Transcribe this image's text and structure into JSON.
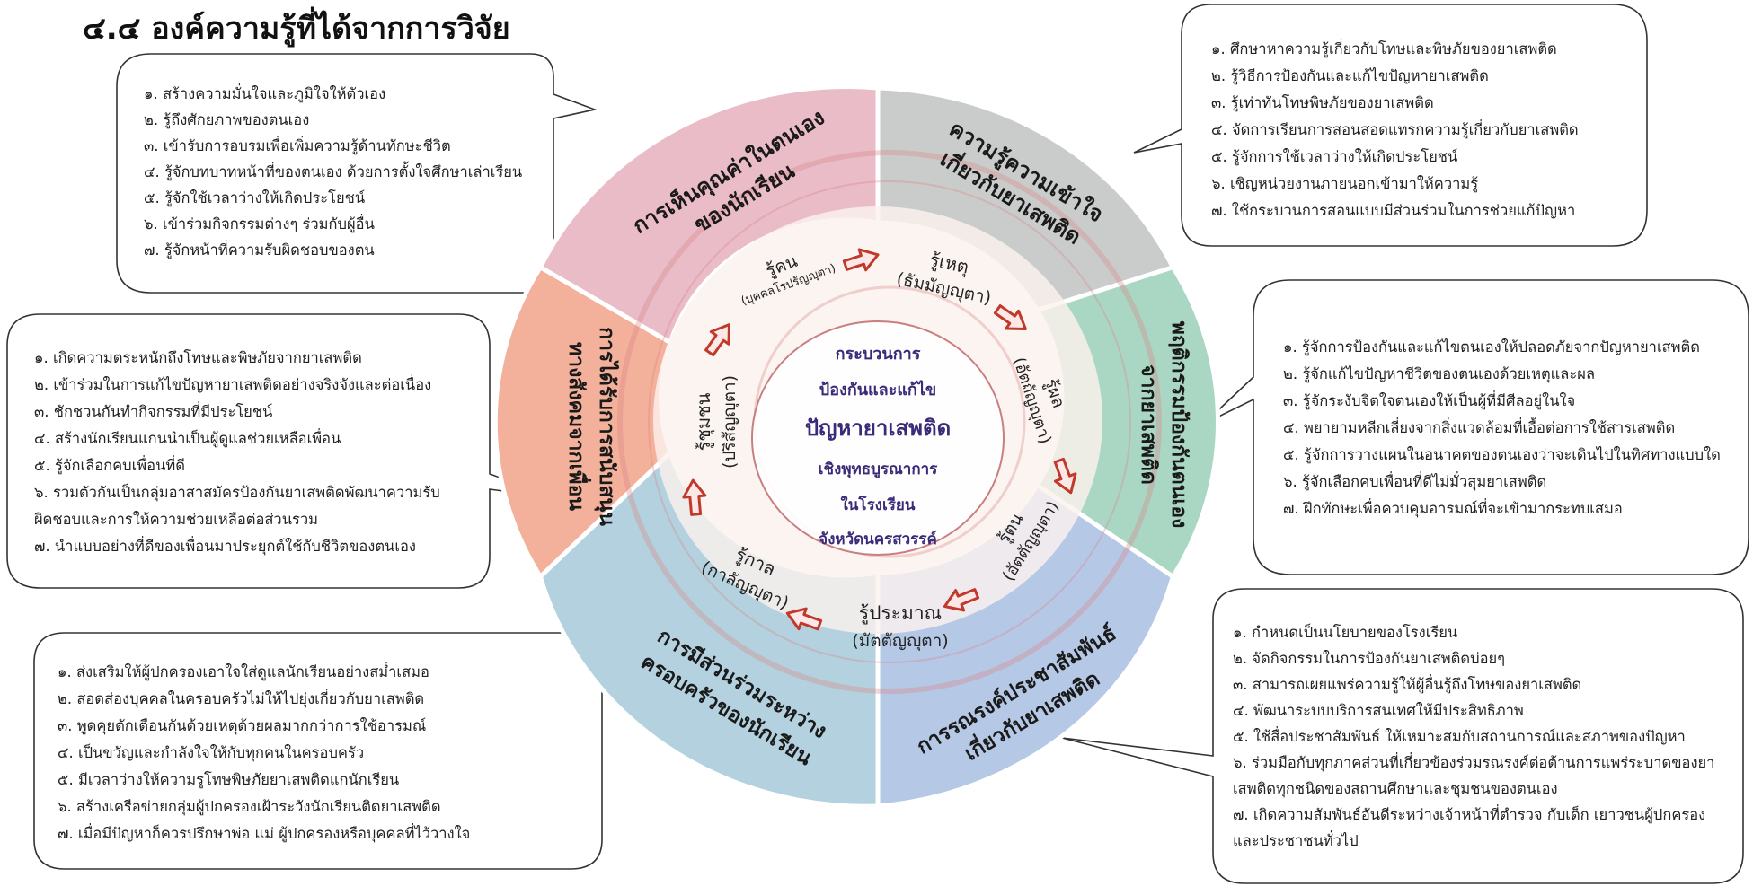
{
  "title": "๔.๔  องค์ความรู้ที่ได้จากการวิจัย",
  "colors": {
    "pink": "#e9bcc8",
    "grey": "#c9cccb",
    "green": "#a9d7c4",
    "blue": "#b5c8e6",
    "teal": "#b3d1de",
    "orange": "#f3b09a",
    "arrow_red": "#c0392b",
    "center_text": "#3a2a78"
  },
  "center": {
    "lines": [
      "กระบวนการ",
      "ป้องกันและแก้ไข",
      "ปัญหายาเสพติด",
      "เชิงพุทธบูรณาการ",
      "ในโรงเรียน",
      "จังหวัดนครสวรรค์"
    ]
  },
  "segments": {
    "pink": [
      "การเห็นคุณค่าในตนเอง",
      "ของนักเรียน"
    ],
    "grey": [
      "ความรู้ความเข้าใจ",
      "เกี่ยวกับยาเสพติด"
    ],
    "green": [
      "พฤติกรรมป้องกันตนเอง",
      "จากยาเสพติด"
    ],
    "blue": [
      "การรณรงค์ประชาสัมพันธ์",
      "เกี่ยวกับยาเสพติด"
    ],
    "teal": [
      "การมีส่วนร่วมระหว่าง",
      "ครอบครัวของนักเรียน"
    ],
    "orange": [
      "การได้รับการสนับสนุน",
      "ทางสังคมจากเพื่อน"
    ]
  },
  "inner": {
    "rukhon": [
      "รู้คน",
      "(บุคคลโรปรัญญุตา)"
    ],
    "rukhet": [
      "รู้เหตุ",
      "(ธัมมัญญุตา)"
    ],
    "rupon": [
      "รู้ผล",
      "(อัตถัญญุตา)"
    ],
    "rutona": [
      "รู้ตน",
      "(อัตตัญญุตา)"
    ],
    "ruprman": [
      "รู้ประมาณ",
      "(มัตตัญญุตา)"
    ],
    "rukan": [
      "รู้กาล",
      "(กาลัญญุตา)"
    ],
    "ruchumchon": [
      "รู้ชุมชน",
      "(ปริสัญญุตา)"
    ]
  },
  "boxes": {
    "top_left": [
      "๑. สร้างความมั่นใจและภูมิใจให้ตัวเอง",
      "๒. รู้ถึงศักยภาพของตนเอง",
      "๓. เข้ารับการอบรมเพื่อเพิ่มความรู้ด้านทักษะชีวิต",
      "๔. รู้จักบทบาทหน้าที่ของตนเอง ด้วยการตั้งใจศึกษาเล่าเรียน",
      "๕. รู้จักใช้เวลาว่างให้เกิดประโยชน์",
      "๖. เข้าร่วมกิจกรรมต่างๆ ร่วมกับผู้อื่น",
      "๗. รู้จักหน้าที่ความรับผิดชอบของตน"
    ],
    "top_right": [
      "๑. ศึกษาหาความรู้เกี่ยวกับโทษและพิษภัยของยาเสพติด",
      "๒. รู้วิธีการป้องกันและแก้ไขปัญหายาเสพติด",
      "๓. รู้เท่าทันโทษพิษภัยของยาเสพติด",
      "๔. จัดการเรียนการสอนสอดแทรกความรู้เกี่ยวกับยาเสพติด",
      "๕. รู้จักการใช้เวลาว่างให้เกิดประโยชน์",
      "๖. เชิญหน่วยงานภายนอกเข้ามาให้ความรู้",
      "๗. ใช้กระบวนการสอนแบบมีส่วนร่วมในการช่วยแก้ปัญหา"
    ],
    "mid_left": [
      "๑. เกิดความตระหนักถึงโทษและพิษภัยจากยาเสพติด",
      "๒. เข้าร่วมในการแก้ไขปัญหายาเสพติดอย่างจริงจังและต่อเนื่อง",
      "๓. ชักชวนกันทำกิจกรรมที่มีประโยชน์",
      "๔. สร้างนักเรียนแกนนำเป็นผู้ดูแลช่วยเหลือเพื่อน",
      "๕. รู้จักเลือกคบเพื่อนที่ดี",
      "๖. รวมตัวกันเป็นกลุ่มอาสาสมัครป้องกันยาเสพติดพัฒนาความรับผิดชอบและการให้ความช่วยเหลือต่อส่วนรวม",
      "๗. นำแบบอย่างที่ดีของเพื่อนมาประยุกต์ใช้กับชีวิตของตนเอง"
    ],
    "mid_right": [
      "๑. รู้จักการป้องกันและแก้ไขตนเองให้ปลอดภัยจากปัญหายาเสพติด",
      "๒. รู้จักแก้ไขปัญหาชีวิตของตนเองด้วยเหตุและผล",
      "๓. รู้จักระงับจิตใจตนเองให้เป็นผู้ที่มีศีลอยู่ในใจ",
      "๔. พยายามหลีกเลี่ยงจากสิ่งแวดล้อมที่เอื้อต่อการใช้สารเสพติด",
      "๕. รู้จักการวางแผนในอนาคตของตนเองว่าจะเดินไปในทิศทางแบบใด",
      "๖. รู้จักเลือกคบเพื่อนที่ดีไม่มั่วสุมยาเสพติด",
      "๗. ฝึกทักษะเพื่อควบคุมอารมณ์ที่จะเข้ามากระทบเสมอ"
    ],
    "bottom_left": [
      "๑. ส่งเสริมให้ผู้ปกครองเอาใจใส่ดูแลนักเรียนอย่างสม่ำเสมอ",
      "๒. สอดส่องบุคคลในครอบครัวไม่ให้ไปยุ่งเกี่ยวกับยาเสพติด",
      "๓. พูดคุยตักเตือนกันด้วยเหตุด้วยผลมากกว่าการใช้อารมณ์",
      "๔. เป็นขวัญและกำลังใจให้กับทุกคนในครอบครัว",
      "๕. มีเวลาว่างให้ความรูโทษพิษภัยยาเสพติดแกนักเรียน",
      "๖. สร้างเครือข่ายกลุ่มผู้ปกครองเฝ้าระวังนักเรียนติดยาเสพติด",
      "๗. เมื่อมีปัญหาก็ควรปรึกษาพ่อ แม่ ผู้ปกครองหรือบุคคลที่ไว้วางใจ"
    ],
    "bottom_right": [
      "๑. กำหนดเป็นนโยบายของโรงเรียน",
      "๒. จัดกิจกรรมในการป้องกันยาเสพติดบ่อยๆ",
      "๓. สามารถเผยแพร่ความรู้ให้ผู้อื่นรู้ถึงโทษของยาเสพติด",
      "๔. พัฒนาระบบบริการสนเทศให้มีประสิทธิภาพ",
      "๕. ใช้สื่อประชาสัมพันธ์ ให้เหมาะสมกับสถานการณ์และสภาพของปัญหา",
      "๖. ร่วมมือกับทุกภาคส่วนที่เกี่ยวข้องร่วมรณรงค์ต่อต้านการแพร่ระบาดของยาเสพติดทุกชนิดของสถานศึกษาและชุมชนของตนเอง",
      "๗. เกิดความสัมพันธ์อันดีระหว่างเจ้าหน้าที่ตำรวจ กับเด็ก เยาวชนผู้ปกครอง และประชาชนทั่วไป"
    ]
  }
}
